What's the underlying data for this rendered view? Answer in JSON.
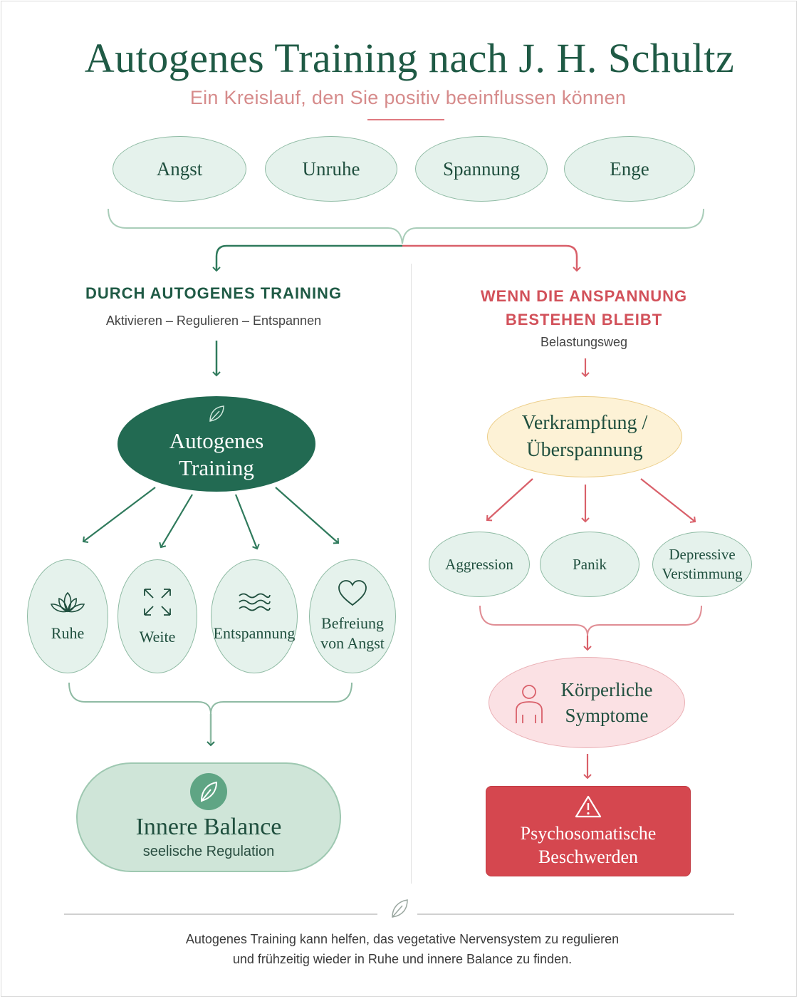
{
  "title": "Autogenes Training nach J. H. Schultz",
  "subtitle": "Ein Kreislauf, den Sie positiv beeinflussen können",
  "triggers": [
    "Angst",
    "Unruhe",
    "Spannung",
    "Enge"
  ],
  "left": {
    "heading": "DURCH AUTOGENES TRAINING",
    "subheading": "Aktivieren – Regulieren – Entspannen",
    "main_line1": "Autogenes",
    "main_line2": "Training",
    "effects": [
      {
        "label": "Ruhe",
        "icon": "lotus-icon"
      },
      {
        "label": "Weite",
        "icon": "expand-arrows-icon"
      },
      {
        "label": "Entspannung",
        "icon": "waves-icon"
      },
      {
        "label": "Befreiung von Angst",
        "icon": "heart-icon"
      }
    ],
    "result_title": "Innere Balance",
    "result_sub": "seelische Regulation"
  },
  "right": {
    "heading_line1": "WENN DIE ANSPANNUNG",
    "heading_line2": "BESTEHEN BLEIBT",
    "subheading": "Belastungsweg",
    "main_line1": "Verkrampfung /",
    "main_line2": "Überspannung",
    "symptoms": [
      "Aggression",
      "Panik",
      "Depressive Verstimmung"
    ],
    "body_line1": "Körperliche",
    "body_line2": "Symptome",
    "final_line1": "Psychosomatische",
    "final_line2": "Beschwerden"
  },
  "footer_line1": "Autogenes Training kann helfen, das vegetative Nervensystem zu regulieren",
  "footer_line2": "und frühzeitig wieder in Ruhe und innere Balance zu finden.",
  "colors": {
    "green_dark": "#226a52",
    "green_light": "#e5f2ec",
    "red": "#d5474f",
    "yellow": "#fdf2d6",
    "pink": "#fbe1e4"
  }
}
